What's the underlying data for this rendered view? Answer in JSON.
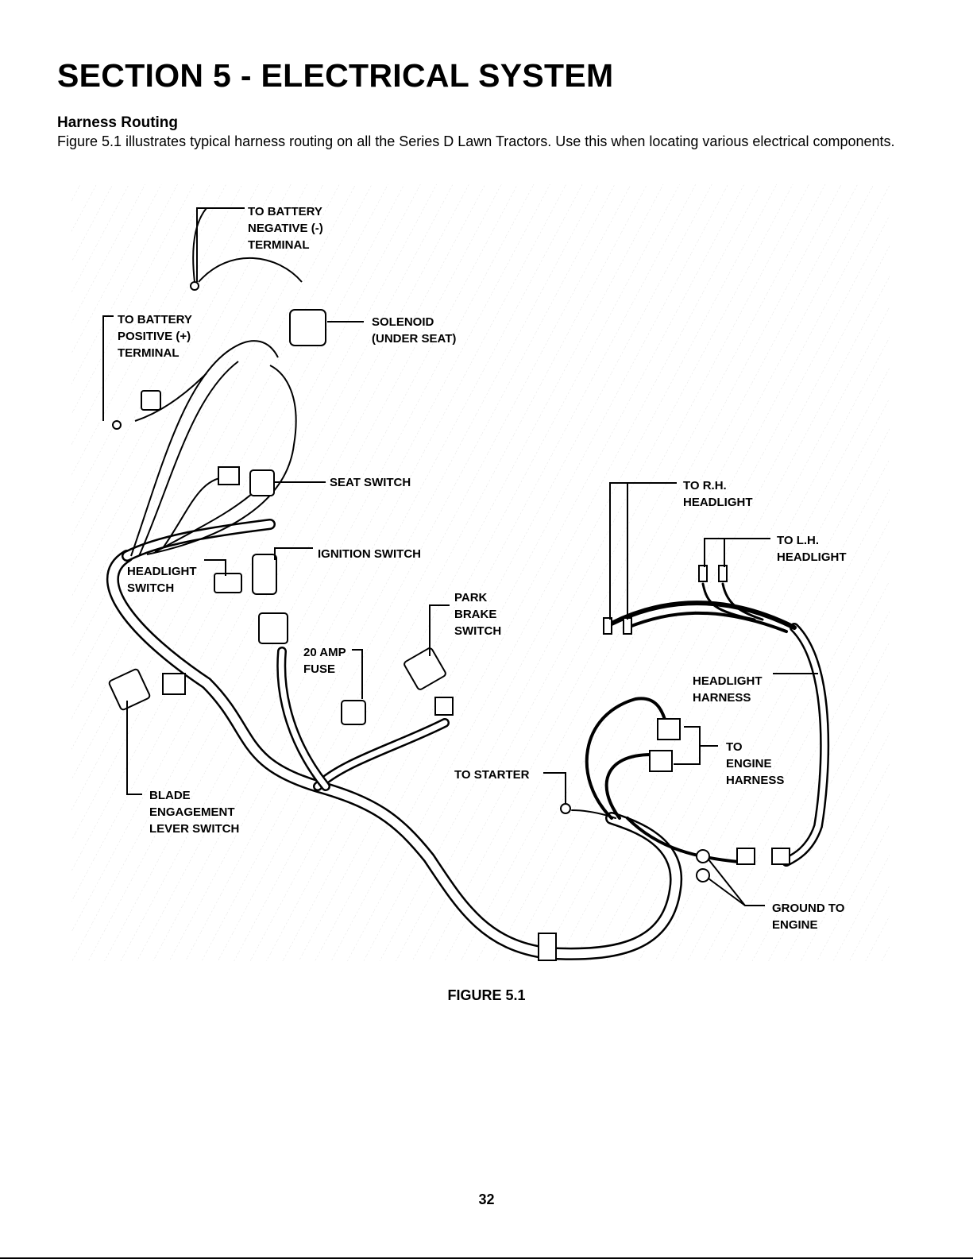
{
  "header": {
    "section_title": "SECTION 5 - ELECTRICAL SYSTEM",
    "subheading": "Harness Routing",
    "intro_text": "Figure 5.1 illustrates typical harness routing on all the Series D Lawn Tractors. Use this when locating various electrical components."
  },
  "diagram": {
    "labels": {
      "battery_negative": [
        "TO BATTERY",
        "NEGATIVE (-)",
        "TERMINAL"
      ],
      "battery_positive": [
        "TO BATTERY",
        "POSITIVE (+)",
        "TERMINAL"
      ],
      "solenoid": [
        "SOLENOID",
        "(UNDER SEAT)"
      ],
      "seat_switch": [
        "SEAT SWITCH"
      ],
      "ignition_switch": [
        "IGNITION SWITCH"
      ],
      "headlight_switch": [
        "HEADLIGHT",
        "SWITCH"
      ],
      "park_brake_switch": [
        "PARK",
        "BRAKE",
        "SWITCH"
      ],
      "fuse": [
        "20 AMP",
        "FUSE"
      ],
      "blade_switch": [
        "BLADE",
        "ENGAGEMENT",
        "LEVER SWITCH"
      ],
      "to_starter": [
        "TO STARTER"
      ],
      "rh_headlight": [
        "TO R.H.",
        "HEADLIGHT"
      ],
      "lh_headlight": [
        "TO L.H.",
        "HEADLIGHT"
      ],
      "headlight_harness": [
        "HEADLIGHT",
        "HARNESS"
      ],
      "engine_harness": [
        "TO",
        "ENGINE",
        "HARNESS"
      ],
      "ground": [
        "GROUND TO",
        "ENGINE"
      ]
    }
  },
  "figure_caption": "FIGURE 5.1",
  "page_number": "32"
}
